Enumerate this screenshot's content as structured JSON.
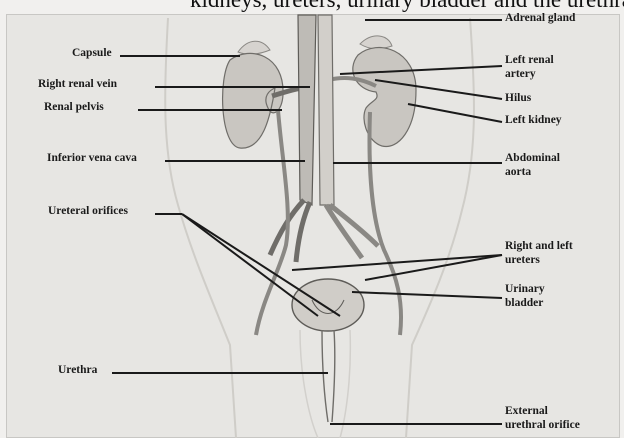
{
  "header_fragment": "kidneys, ureters, urinary bladder and the urethra, as shown in Fig",
  "labels": {
    "capsule": "Capsule",
    "right_renal_vein": "Right renal vein",
    "renal_pelvis": "Renal pelvis",
    "inferior_vena_cava": "Inferior vena cava",
    "ureteral_orifices": "Ureteral orifices",
    "urethra": "Urethra",
    "adrenal_gland": "Adrenal gland",
    "left_renal_artery_1": "Left renal",
    "left_renal_artery_2": "artery",
    "hilus": "Hilus",
    "left_kidney": "Left kidney",
    "abdominal_aorta_1": "Abdominal",
    "abdominal_aorta_2": "aorta",
    "ureters_1": "Right and left",
    "ureters_2": "ureters",
    "urinary_bladder_1": "Urinary",
    "urinary_bladder_2": "bladder",
    "external_urethral_orifice_1": "External",
    "external_urethral_orifice_2": "urethral orifice"
  }
}
